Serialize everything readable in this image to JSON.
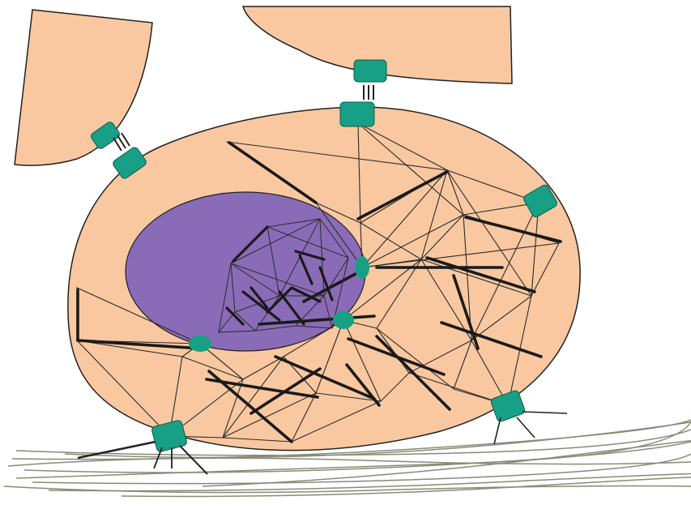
{
  "colors": {
    "background": "#ffffff",
    "cytoplasm": "#f9c8a0",
    "nucleus": "#8a6bb8",
    "adhesion": "#17a085",
    "filament_thin": "#2a2a2a",
    "filament_thick": "#1a1a1a",
    "matrix_fiber": "#8a8a78"
  },
  "components": [
    {
      "id": "neighbor-cell-left",
      "icon": "cell-body"
    },
    {
      "id": "neighbor-cell-top",
      "icon": "cell-body"
    },
    {
      "id": "main-cell",
      "icon": "cell-body"
    },
    {
      "id": "nucleus",
      "icon": "nucleus"
    },
    {
      "id": "cytoskeleton",
      "icon": "filament-network"
    },
    {
      "id": "cell-cell-junctions",
      "icon": "junction-pair"
    },
    {
      "id": "focal-adhesions",
      "icon": "adhesion-anchor"
    },
    {
      "id": "nuclear-anchors",
      "icon": "nuclear-pore"
    },
    {
      "id": "extracellular-matrix",
      "icon": "fiber-bundle"
    }
  ]
}
